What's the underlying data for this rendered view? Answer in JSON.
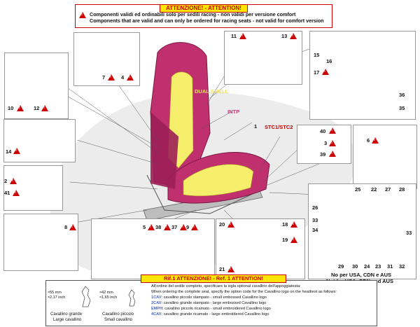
{
  "warning": {
    "title": "ATTENZIONE! - ATTENTION!",
    "line_it": "Componenti validi ed ordinabili solo per sedili  racing  - non validi per versione  comfort",
    "line_en": "Components that are valid and can only be ordered for racing  seats - not valid for comfort version"
  },
  "seat_labels": {
    "dual_shell": "DUAL-SHELL",
    "intp": "INTP",
    "stc": "STC1/STC2"
  },
  "callouts": {
    "c1": "1",
    "c2": "2",
    "c3": "3",
    "c4": "4",
    "c5": "5",
    "c6": "6",
    "c7": "7",
    "c8": "8",
    "c9": "9",
    "c10": "10",
    "c11": "11",
    "c12": "12",
    "c13": "13",
    "c14": "14",
    "c15": "15",
    "c16": "16",
    "c17": "17",
    "c18": "18",
    "c19": "19",
    "c20": "20",
    "c21": "21",
    "c22": "22",
    "c23": "23",
    "c24": "24",
    "c25": "25",
    "c26": "26",
    "c27": "27",
    "c28": "28",
    "c29": "29",
    "c30": "30",
    "c31": "31",
    "c32": "32",
    "c33a": "33",
    "c33b": "33",
    "c34": "34",
    "c35": "35",
    "c36": "36",
    "c37": "37",
    "c38": "38",
    "c39": "39",
    "c40": "40",
    "c41": "41"
  },
  "rollbar_note": {
    "it": "No per USA, CDN e AUS",
    "en": "Not for USA, CDN and AUS"
  },
  "ref_note": {
    "title": "Rif.1 ATTENZIONE! - Ref. 1 ATTENTION!",
    "line1": "All'ordine del sedile completo, specificare la sigla optional cavallino dell'appoggiatesta:",
    "line2": "When ordering the complete seat, specify the option code for the Cavallino logo on the headrest as follows:",
    "options": [
      {
        "code": "1CAV",
        "text": ": cavallino piccolo stampato - small embossed Cavallino logo"
      },
      {
        "code": "2CAV",
        "text": ": cavallino grande stampato - large embossed Cavallino logo"
      },
      {
        "code": "EMPH",
        "text": ": cavallino piccolo ricamato - small embroidered Cavallino logo"
      },
      {
        "code": "4CAV",
        "text": ": cavallino grande ricamato - large embroidered Cavallino logo"
      }
    ],
    "large_dims": [
      "≈55 mm",
      "≈2,17 inch"
    ],
    "small_dims": [
      "≈42 mm",
      "≈1,65 inch"
    ],
    "large_caption": [
      "Cavallino grande",
      "Large cavallino"
    ],
    "small_caption": [
      "Cavallino piccolo",
      "Small cavallino"
    ]
  },
  "colors": {
    "warning_red": "#cc0000",
    "highlight_yellow": "#ffe500",
    "seat_magenta": "#c0306f",
    "seat_yellow": "#f4ee6a",
    "part_blue": "#b9c9e6",
    "code_blue": "#4466bb"
  }
}
